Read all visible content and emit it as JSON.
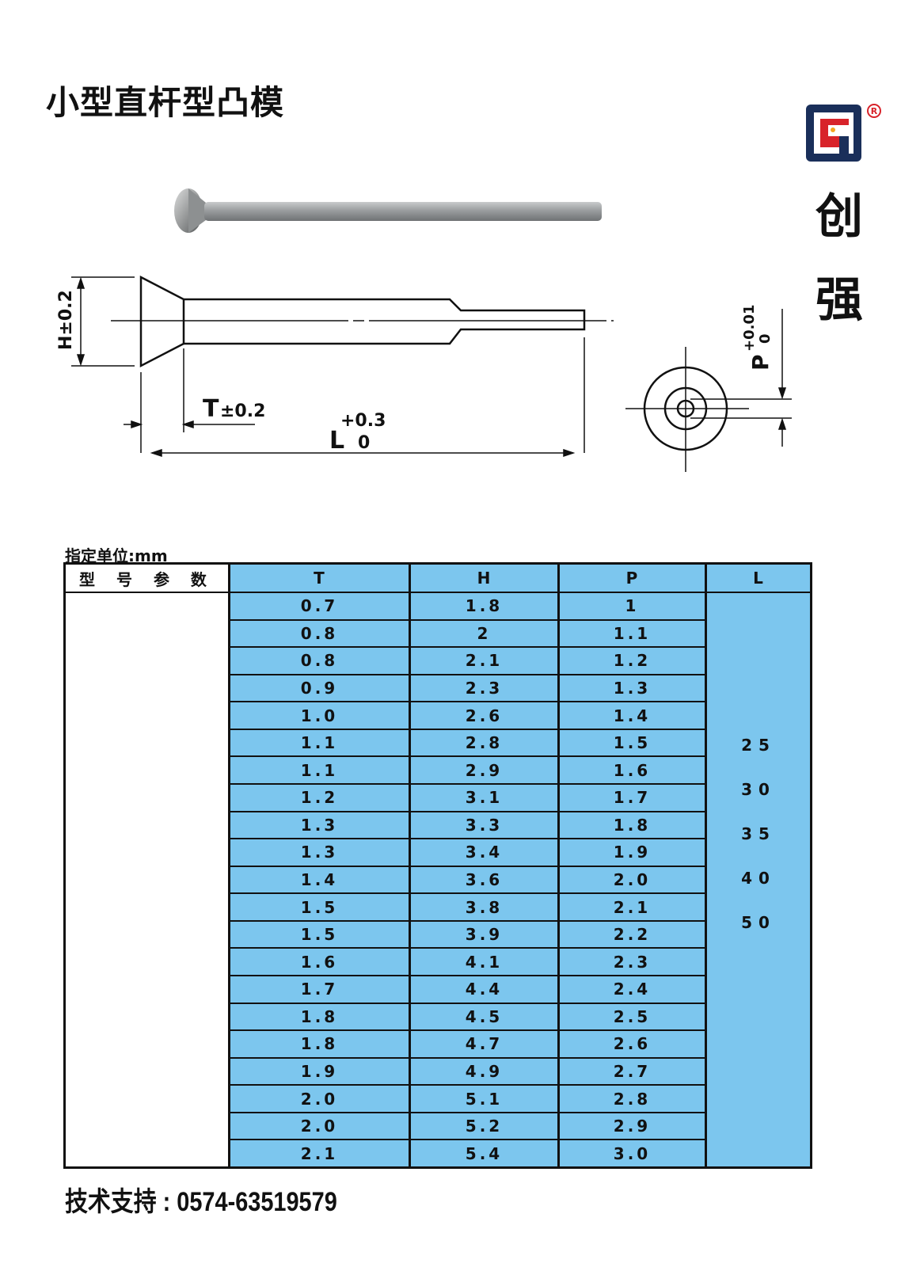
{
  "title": "小型直杆型凸模",
  "brand": {
    "chars": [
      "创",
      "强"
    ],
    "registered": "®",
    "logo_colors": {
      "outer": "#1a2f5a",
      "inner": "#d8232a",
      "accent": "#f5a623"
    }
  },
  "drawing": {
    "labels": {
      "h": "H±0.2",
      "t_letter": "T",
      "t_tol": "±0.2",
      "l_letter": "L",
      "l_tol_upper": "+0.3",
      "l_tol_lower": "0",
      "p_letter": "P",
      "p_tol_upper": "+0.01",
      "p_tol_lower": "0"
    }
  },
  "table": {
    "unit_label": "指定单位:mm",
    "header": {
      "label": "型 号 参 数",
      "t": "T",
      "h": "H",
      "p": "P",
      "l": "L"
    },
    "rows": [
      {
        "t": "0.7",
        "h": "1.8",
        "p": "1"
      },
      {
        "t": "0.8",
        "h": "2",
        "p": "1.1"
      },
      {
        "t": "0.8",
        "h": "2.1",
        "p": "1.2"
      },
      {
        "t": "0.9",
        "h": "2.3",
        "p": "1.3"
      },
      {
        "t": "1.0",
        "h": "2.6",
        "p": "1.4"
      },
      {
        "t": "1.1",
        "h": "2.8",
        "p": "1.5"
      },
      {
        "t": "1.1",
        "h": "2.9",
        "p": "1.6"
      },
      {
        "t": "1.2",
        "h": "3.1",
        "p": "1.7"
      },
      {
        "t": "1.3",
        "h": "3.3",
        "p": "1.8"
      },
      {
        "t": "1.3",
        "h": "3.4",
        "p": "1.9"
      },
      {
        "t": "1.4",
        "h": "3.6",
        "p": "2.0"
      },
      {
        "t": "1.5",
        "h": "3.8",
        "p": "2.1"
      },
      {
        "t": "1.5",
        "h": "3.9",
        "p": "2.2"
      },
      {
        "t": "1.6",
        "h": "4.1",
        "p": "2.3"
      },
      {
        "t": "1.7",
        "h": "4.4",
        "p": "2.4"
      },
      {
        "t": "1.8",
        "h": "4.5",
        "p": "2.5"
      },
      {
        "t": "1.8",
        "h": "4.7",
        "p": "2.6"
      },
      {
        "t": "1.9",
        "h": "4.9",
        "p": "2.7"
      },
      {
        "t": "2.0",
        "h": "5.1",
        "p": "2.8"
      },
      {
        "t": "2.0",
        "h": "5.2",
        "p": "2.9"
      },
      {
        "t": "2.1",
        "h": "5.4",
        "p": "3.0"
      }
    ],
    "l_values": [
      "25",
      "30",
      "35",
      "40",
      "50"
    ]
  },
  "support": "技术支持 : 0574-63519579"
}
